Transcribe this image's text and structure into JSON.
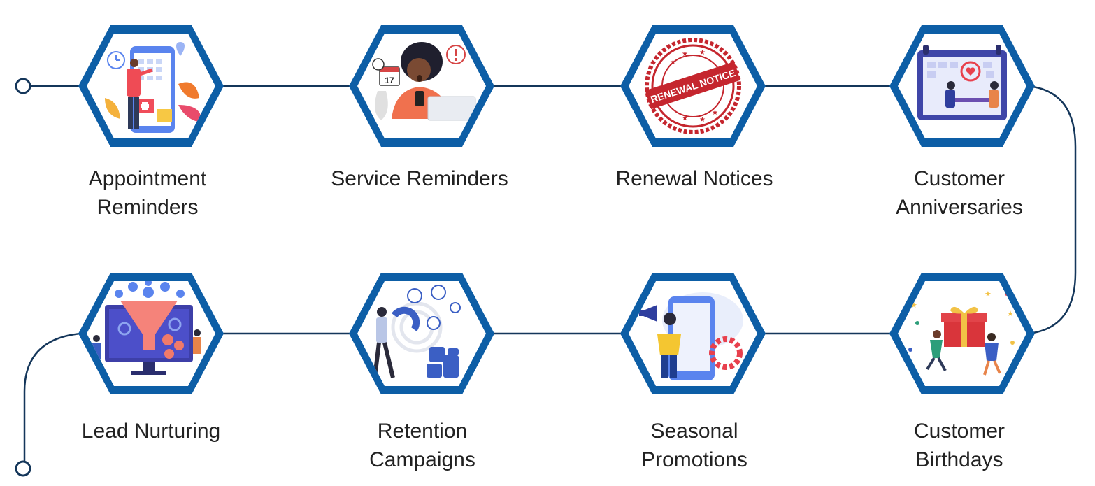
{
  "steps": [
    {
      "lines": [
        "Appointment",
        "Reminders"
      ],
      "icon": "calendar-appointment-icon"
    },
    {
      "lines": [
        "Service Reminders"
      ],
      "icon": "notification-phone-icon"
    },
    {
      "lines": [
        "Renewal Notices"
      ],
      "icon": "renewal-stamp-icon",
      "stamp_text": "RENEWAL NOTICE"
    },
    {
      "lines": [
        "Customer",
        "Anniversaries"
      ],
      "icon": "anniversary-dinner-icon"
    },
    {
      "lines": [
        "Customer",
        "Birthdays"
      ],
      "icon": "birthday-gift-icon"
    },
    {
      "lines": [
        "Seasonal",
        "Promotions"
      ],
      "icon": "megaphone-promotion-icon"
    },
    {
      "lines": [
        "Retention",
        "Campaigns"
      ],
      "icon": "magnet-retention-icon"
    },
    {
      "lines": [
        "Lead Nurturing"
      ],
      "icon": "sales-funnel-icon"
    }
  ],
  "colors": {
    "hex_border": "#0d5ea6",
    "connector": "#14365a",
    "label_text": "#222222"
  }
}
